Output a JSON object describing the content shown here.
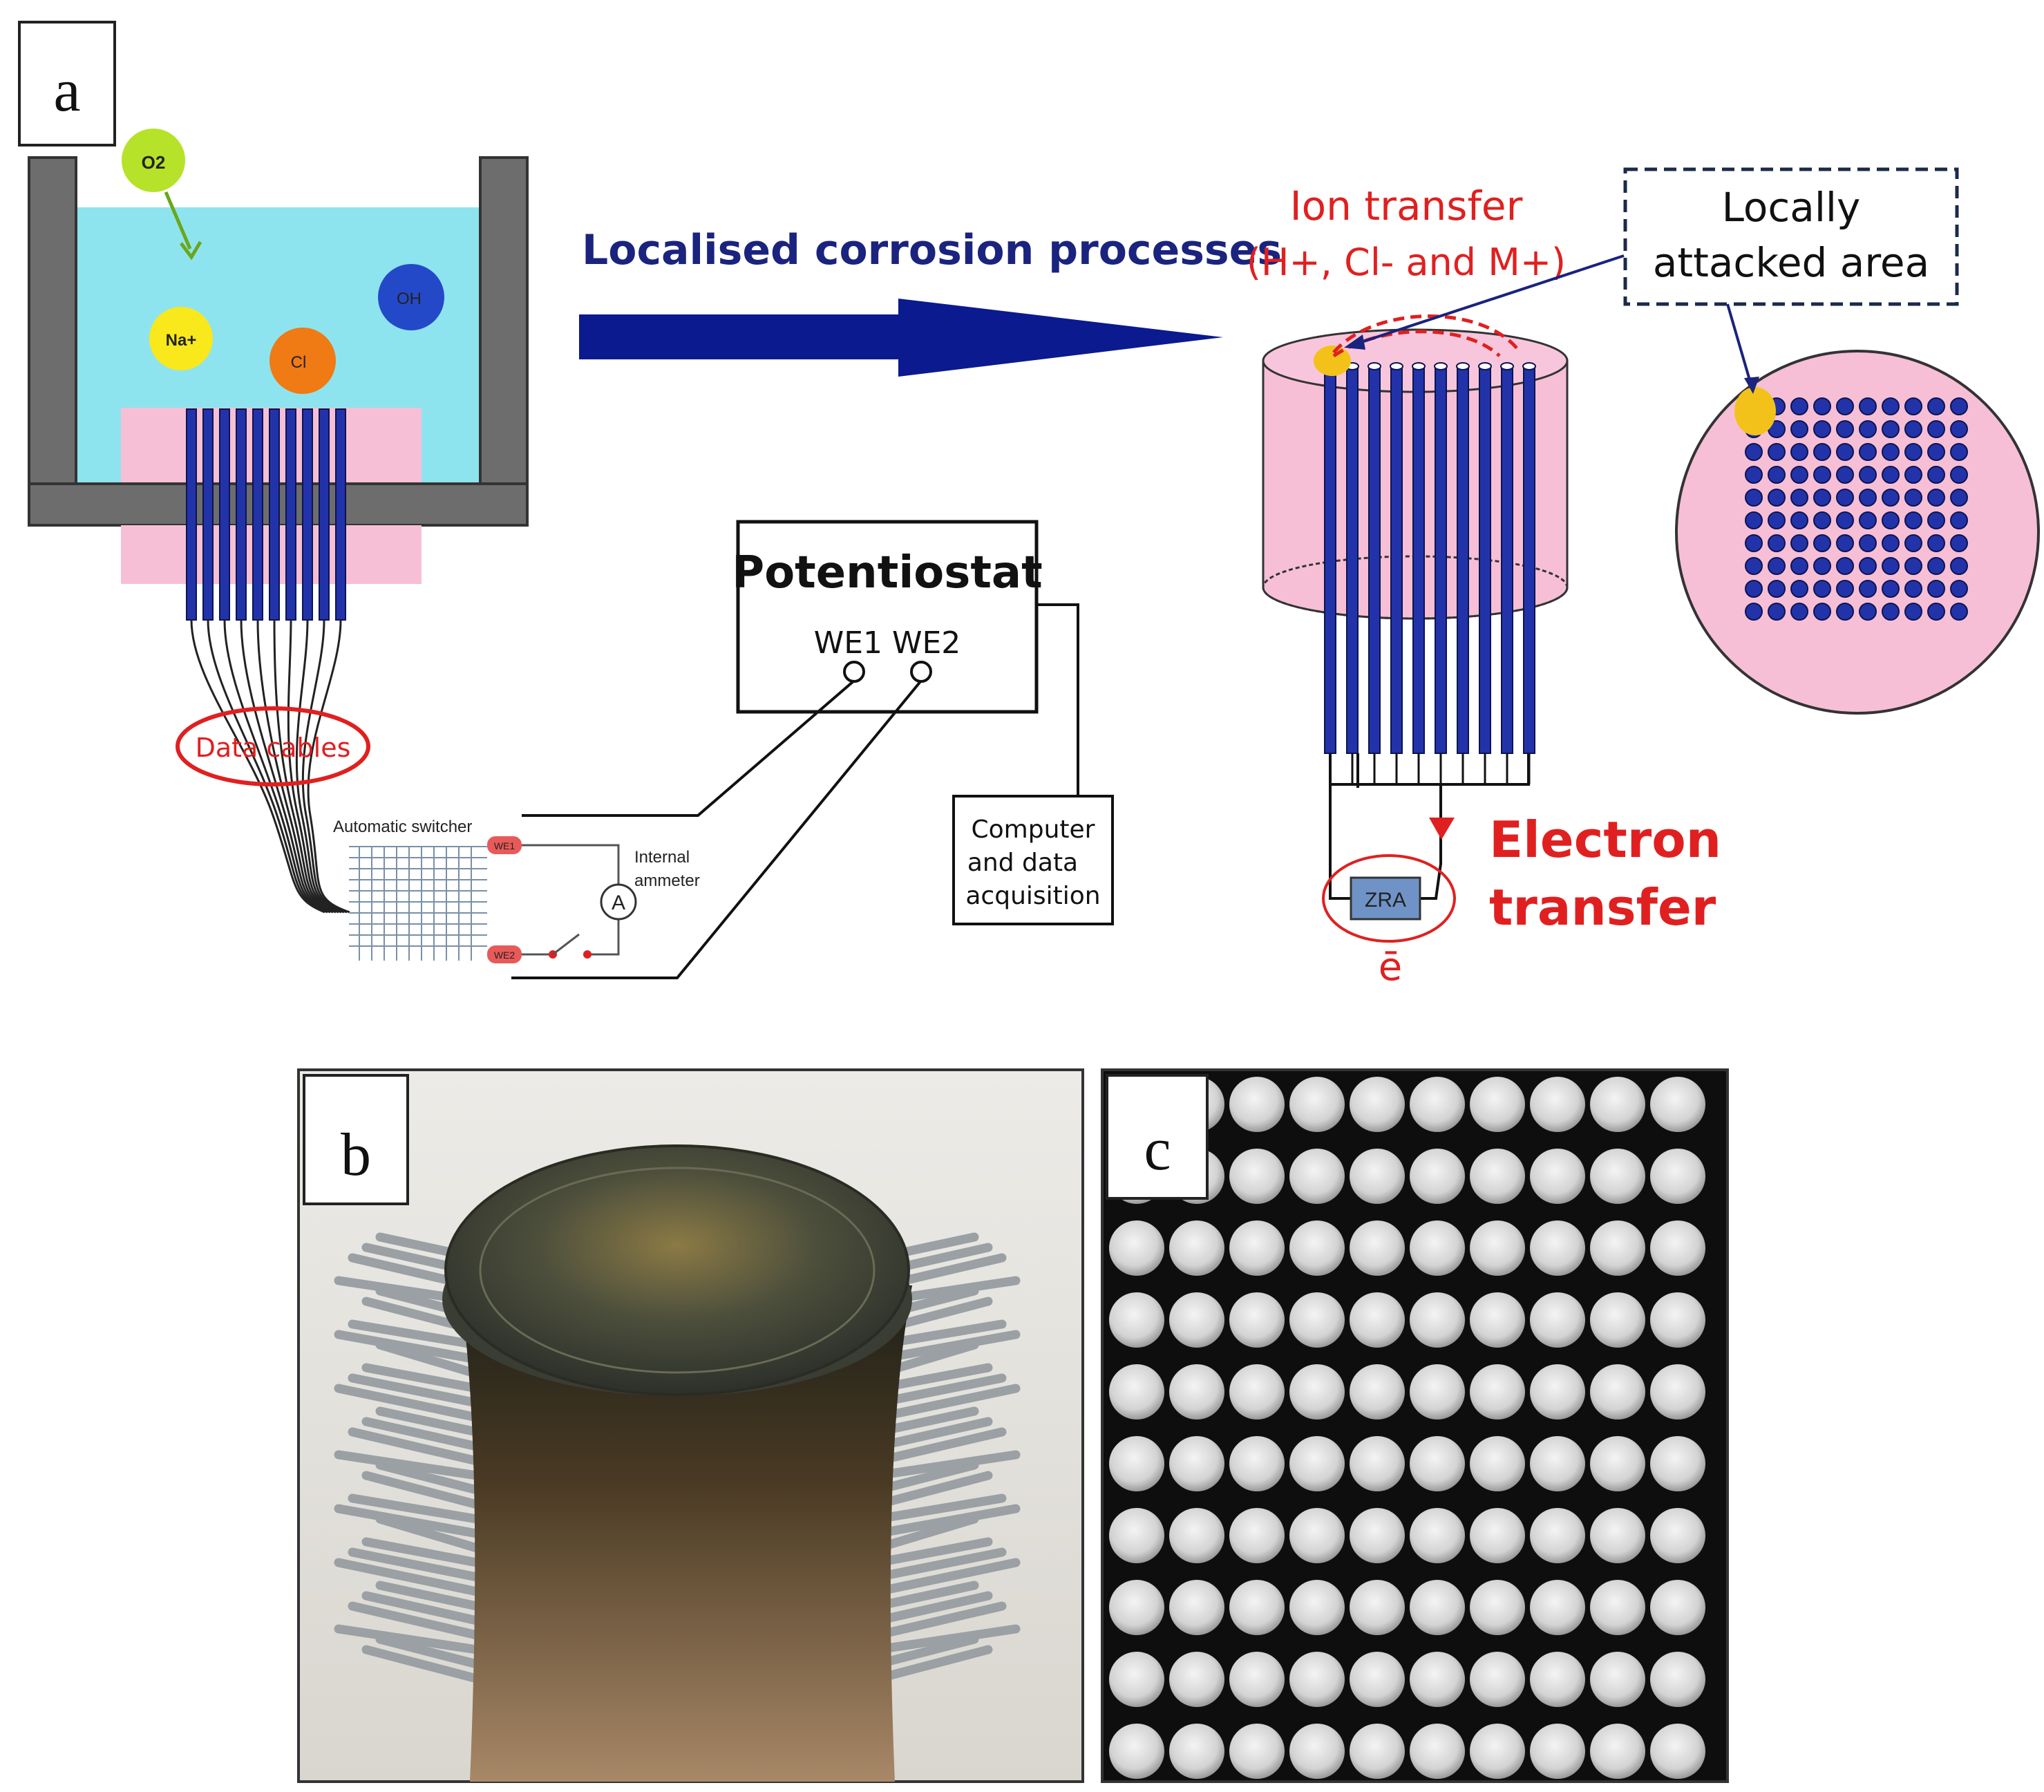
{
  "panels": {
    "a": "a",
    "b": "b",
    "c": "c"
  },
  "beaker": {
    "species": [
      "O2",
      "Na+",
      "Cl",
      "OH"
    ],
    "data_cables": "Data cables",
    "automatic_switcher": "Automatic switcher",
    "internal_ammeter": "Internal ammeter",
    "ammeter_symbol": "A",
    "we1_tag": "WE1",
    "we2_tag": "WE2"
  },
  "process_arrow_label": "Localised corrosion processes",
  "potentiostat": {
    "title": "Potentiostat",
    "ports": "WE1 WE2"
  },
  "computer_box": {
    "lines": [
      "Computer",
      "and data",
      "acquisition"
    ]
  },
  "ion_transfer": {
    "line1": "Ion transfer",
    "line2": "(H+, Cl- and M+)"
  },
  "locally_attacked": {
    "line1": "Locally",
    "line2": "attacked area"
  },
  "electron_transfer": {
    "line1": "Electron",
    "line2": "transfer",
    "zra": "ZRA",
    "electron": "ē"
  },
  "colors": {
    "electrode_blue": "#2233aa",
    "epoxy_pink": "#f6bfd6",
    "solution_cyan": "#8ee4ee",
    "wall_gray": "#6d6d6d",
    "accent_red": "#e02020",
    "arrow_navy": "#0b1a8f",
    "attack_yellow": "#f2c21a"
  }
}
